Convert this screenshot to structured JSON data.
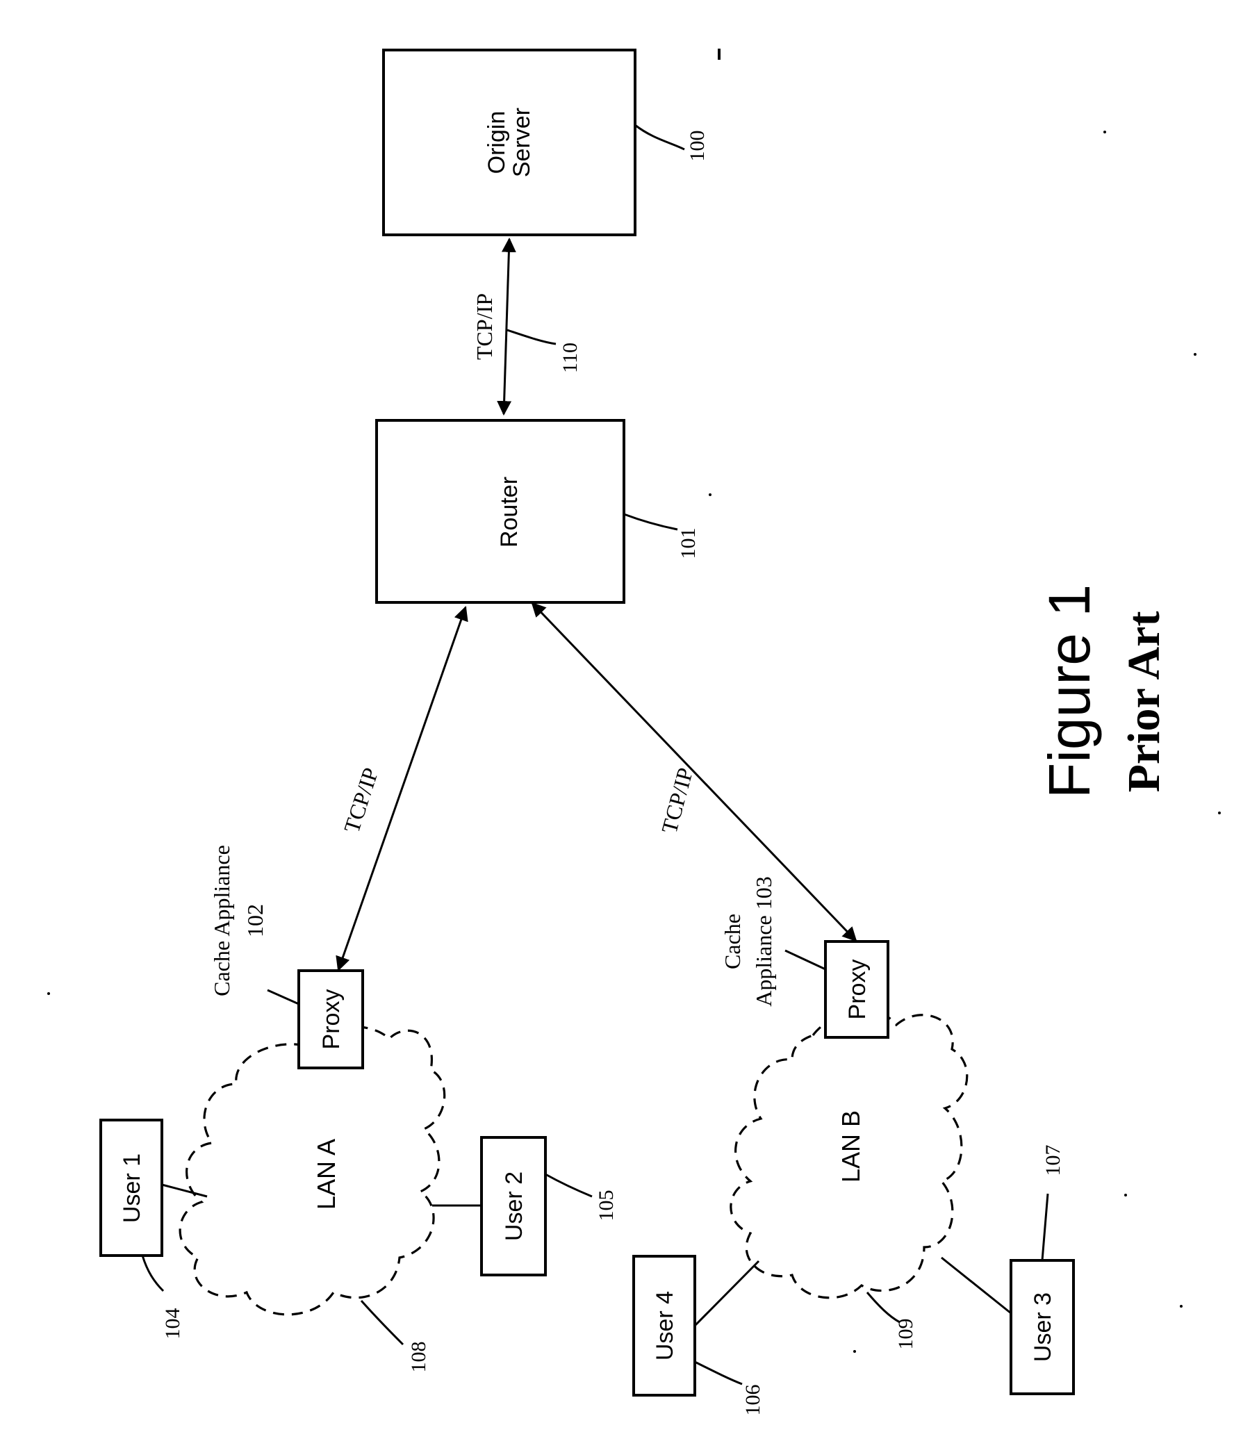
{
  "nodes": {
    "origin_server": {
      "line1": "Origin",
      "line2": "Server",
      "ref": "100"
    },
    "router": {
      "label": "Router",
      "ref": "101"
    },
    "proxy_a": {
      "label": "Proxy"
    },
    "proxy_b": {
      "label": "Proxy"
    },
    "user1": {
      "label": "User 1",
      "ref": "104"
    },
    "user2": {
      "label": "User 2",
      "ref": "105"
    },
    "user3": {
      "label": "User 3",
      "ref": "107"
    },
    "user4": {
      "label": "User 4",
      "ref": "106"
    }
  },
  "clouds": {
    "lan_a": {
      "label": "LAN A",
      "ref": "108"
    },
    "lan_b": {
      "label": "LAN B",
      "ref": "109"
    }
  },
  "links": {
    "origin_router": {
      "label": "TCP/IP",
      "ref": "110"
    },
    "router_proxy_a": {
      "label": "TCP/IP"
    },
    "router_proxy_b": {
      "label": "TCP/IP"
    }
  },
  "cache_a": {
    "line1": "Cache Appliance",
    "line2": "102"
  },
  "cache_b": {
    "line1": "Cache",
    "line2": "Appliance 103"
  },
  "figure": {
    "title": "Figure 1",
    "subtitle": "Prior Art"
  }
}
